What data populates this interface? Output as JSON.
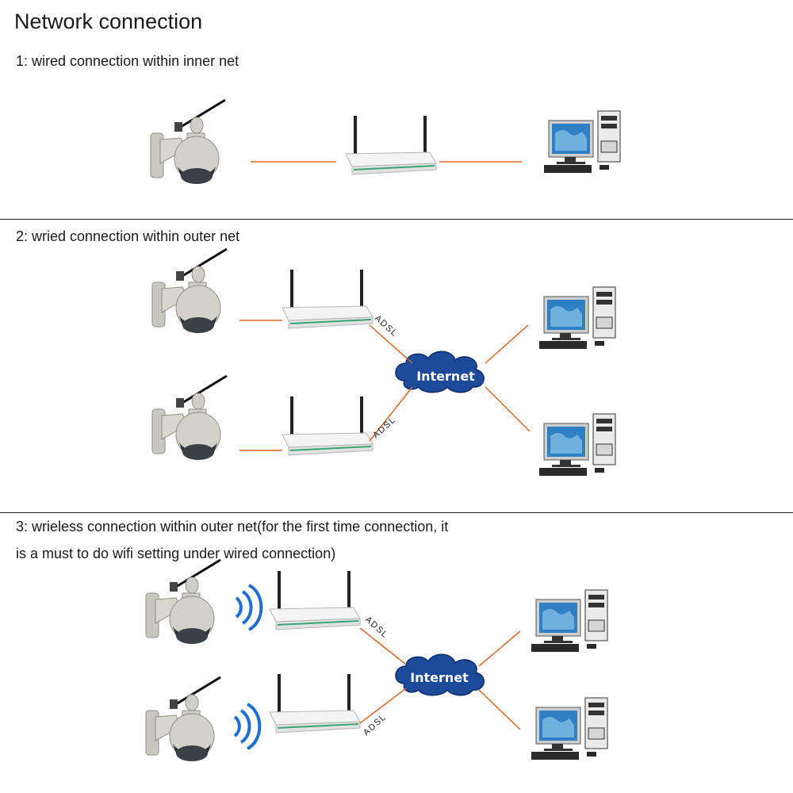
{
  "title": "Network connection",
  "sections": [
    {
      "caption": "1: wired connection within inner net"
    },
    {
      "caption": "2: wried connection within outer net"
    },
    {
      "caption_line1": "3: wrieless connection within outer net(for the first time connection, it",
      "caption_line2": "is a must to do wifi setting under wired connection)"
    }
  ],
  "labels": {
    "adsl": "ADSL",
    "internet": "Internet"
  },
  "colors": {
    "link": "#d9662a",
    "cloud": "#1d4a9a",
    "wifi_waves": "#1f6fd1",
    "router_stripe": "#3aa57a",
    "monitor_screen": "#2e7fc4"
  }
}
